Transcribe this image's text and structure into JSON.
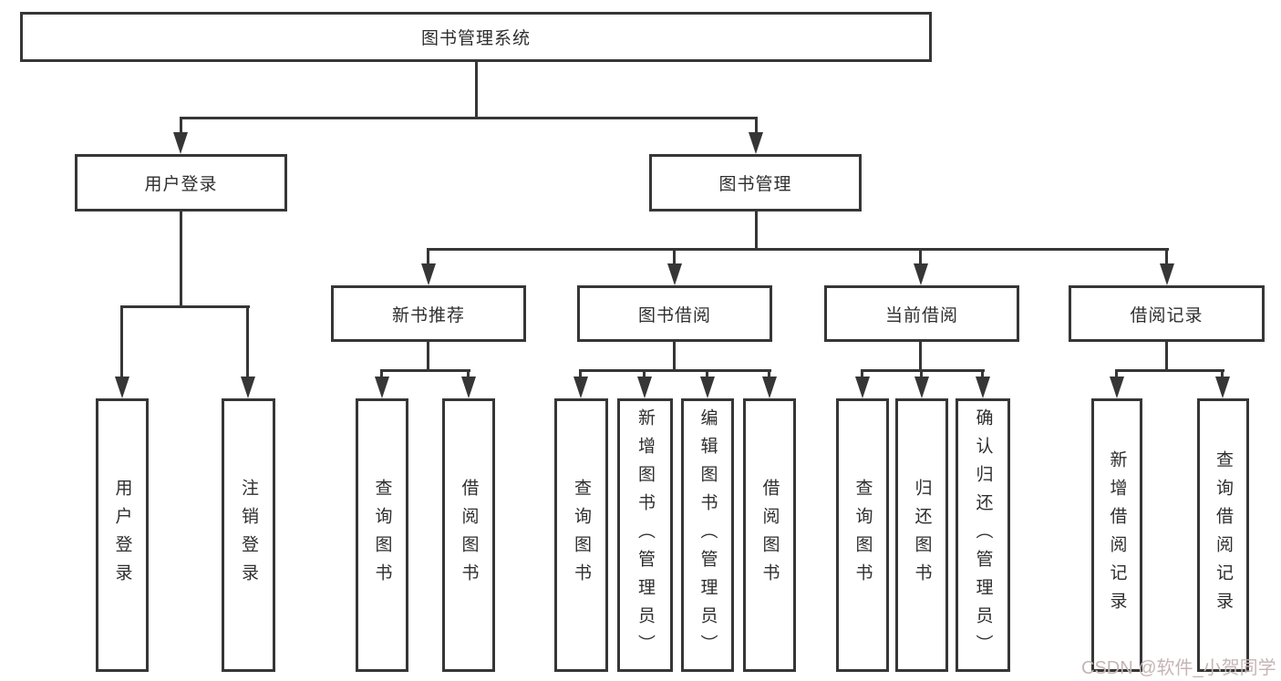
{
  "diagram": {
    "title": "图书管理系统",
    "level1": [
      {
        "id": "user-login",
        "label": "用户登录"
      },
      {
        "id": "book-management",
        "label": "图书管理"
      }
    ],
    "level2": [
      {
        "id": "new-book-recommend",
        "label": "新书推荐"
      },
      {
        "id": "book-borrow",
        "label": "图书借阅"
      },
      {
        "id": "current-borrow",
        "label": "当前借阅"
      },
      {
        "id": "borrow-records",
        "label": "借阅记录"
      }
    ],
    "leaves": {
      "user_login": [
        "用户登录",
        "注销登录"
      ],
      "new_book_recommend": [
        "查询图书",
        "借阅图书"
      ],
      "book_borrow": [
        "查询图书",
        "新增图书（管理员）",
        "编辑图书（管理员）",
        "借阅图书"
      ],
      "current_borrow": [
        "查询图书",
        "归还图书",
        "确认归还（管理员）"
      ],
      "borrow_records": [
        "新增借阅记录",
        "查询借阅记录"
      ]
    }
  },
  "watermark": {
    "text": "CSDN @软件_小贺同学",
    "color": "#c6b5b5"
  },
  "colors": {
    "line": "#363636",
    "text": "#2e2e2e",
    "background": "#ffffff"
  }
}
